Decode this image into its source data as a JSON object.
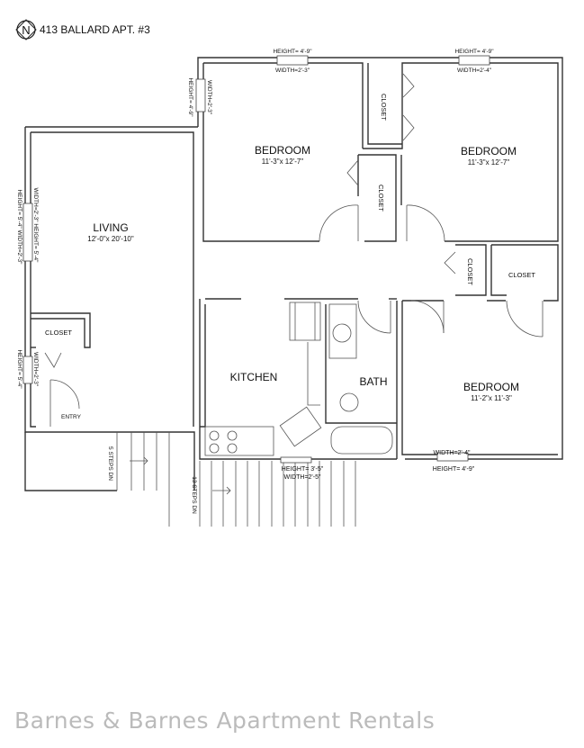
{
  "header": {
    "compass": "N",
    "title": "413 BALLARD APT. #3"
  },
  "rooms": {
    "living": {
      "name": "LIVING",
      "size": "12'-0\"x 20'-10\""
    },
    "bedroom1": {
      "name": "BEDROOM",
      "size": "11'-3\"x 12'-7\""
    },
    "bedroom2": {
      "name": "BEDROOM",
      "size": "11'-3\"x 12'-7\""
    },
    "bedroom3": {
      "name": "BEDROOM",
      "size": "11'-2\"x 11'-3\""
    },
    "kitchen": {
      "name": "KITCHEN"
    },
    "bath": {
      "name": "BATH"
    },
    "entry": {
      "name": "ENTRY"
    }
  },
  "closets": {
    "label": "CLOSET"
  },
  "windows": {
    "w1": {
      "height": "HEIGHT= 4'-9\"",
      "width": "WIDTH=2'-3\""
    },
    "w2": {
      "height": "HEIGHT= 4'-9\"",
      "width": "WIDTH=2'-4\""
    },
    "w3": {
      "height": "HEIGHT= 4'-9\"",
      "width": "WIDTH=2'-3\""
    },
    "w4": {
      "text": "WIDTH=2'-3\"  HEIGHT= 5'-4\""
    },
    "w5": {
      "text": "HEIGHT= 5'-4\"  WIDTH=2'-3\""
    },
    "w6": {
      "height": "HEIGHT= 5'-4\"",
      "width": "WIDTH=2'-3\""
    },
    "w7": {
      "height": "HEIGHT= 3'-5\"",
      "width": "WIDTH=2'-5\""
    },
    "w8": {
      "height": "HEIGHT= 4'-9\"",
      "width": "WIDTH=2'-4\""
    }
  },
  "stairs": {
    "up": "5 STEPS DN",
    "down": "13 STEPS DN"
  },
  "footer": {
    "watermark": "Barnes & Barnes Apartment Rentals"
  }
}
